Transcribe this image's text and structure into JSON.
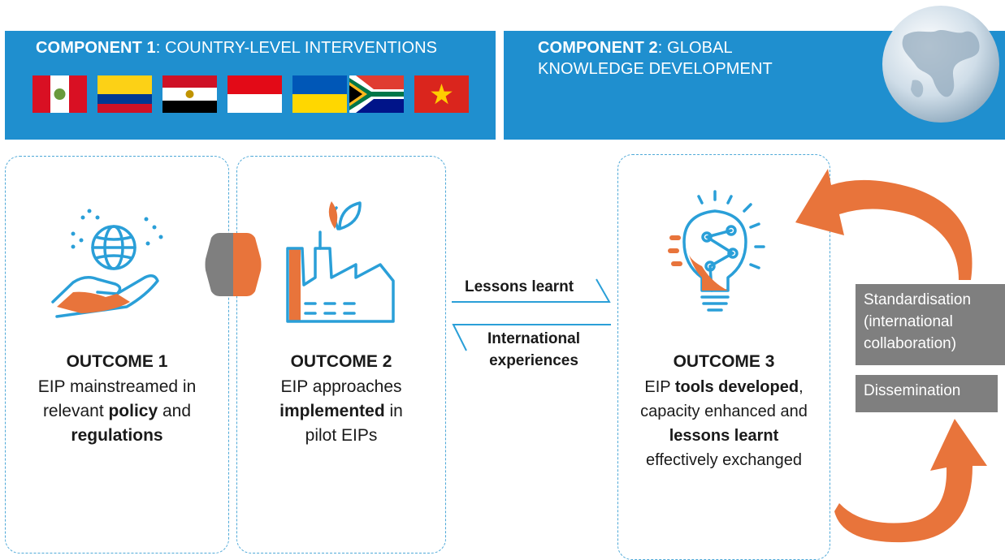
{
  "component1": {
    "label_bold": "COMPONENT 1",
    "label_rest": ": COUNTRY-LEVEL INTERVENTIONS",
    "flags": [
      "Peru",
      "Colombia",
      "Egypt",
      "Indonesia",
      "Ukraine",
      "South Africa",
      "Viet Nam"
    ]
  },
  "component2": {
    "label_bold": "COMPONENT 2",
    "label_rest": ": GLOBAL KNOWLEDGE DEVELOPMENT"
  },
  "outcome1": {
    "title": "OUTCOME 1",
    "t1": "EIP mainstreamed in",
    "t2": "relevant ",
    "t2b": "policy",
    "t2c": " and",
    "t3b": "regulations"
  },
  "outcome2": {
    "title": "OUTCOME 2",
    "t1": "EIP approaches",
    "t2b": "implemented",
    "t2c": " in",
    "t3": "pilot EIPs"
  },
  "outcome3": {
    "title": "OUTCOME 3",
    "t1a": "EIP ",
    "t1b": "tools developed",
    "t1c": ",",
    "t2": "capacity enhanced and",
    "t3b": "lessons learnt",
    "t4": "effectively exchanged"
  },
  "exchange": {
    "lessons": "Lessons learnt",
    "international_1": "International",
    "international_2": "experiences"
  },
  "side": {
    "standardisation_1": "Standardisation",
    "standardisation_2": "(international",
    "standardisation_3": "collaboration)",
    "dissemination": "Dissemination"
  },
  "colors": {
    "banner_blue": "#1f8fcf",
    "icon_blue": "#2a9fd8",
    "accent_orange": "#e8743b",
    "side_gray": "#7f7f7f"
  },
  "icons": [
    "globe-icon",
    "hand-globe-icon",
    "factory-icon",
    "lightbulb-icon",
    "cycle-arrow-icon"
  ]
}
